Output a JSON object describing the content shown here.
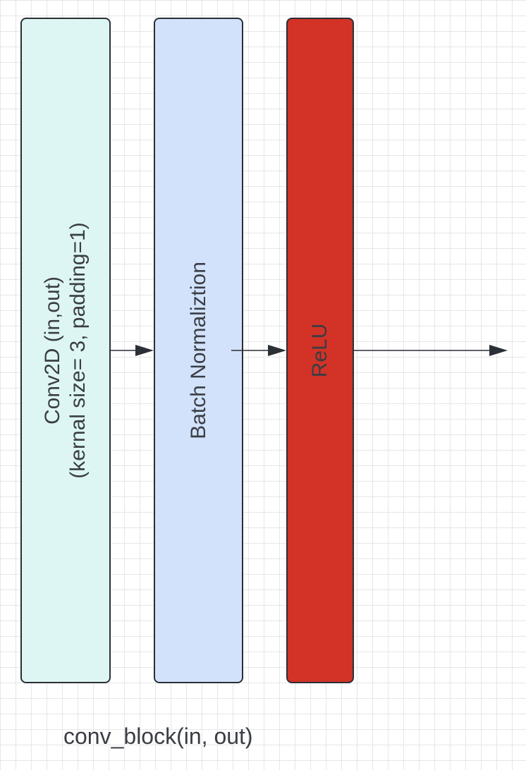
{
  "diagram": {
    "blocks": [
      {
        "id": "conv",
        "lines": [
          "Conv2D (in,out)",
          "(kernal size= 3, padding=1)"
        ],
        "fill": "#ddf6f3"
      },
      {
        "id": "bn",
        "lines": [
          "Batch Normaliztion"
        ],
        "fill": "#d2e2fb"
      },
      {
        "id": "relu",
        "lines": [
          "ReLU"
        ],
        "fill": "#d33226"
      }
    ],
    "edges": [
      {
        "from": "conv",
        "to": "bn"
      },
      {
        "from": "bn",
        "to": "relu"
      },
      {
        "from": "relu",
        "to": "output"
      }
    ],
    "caption": "conv_block(in, out)",
    "colors": {
      "stroke": "#2b2f36",
      "text": "#3a3d44",
      "grid": "#e6e6e6"
    }
  }
}
